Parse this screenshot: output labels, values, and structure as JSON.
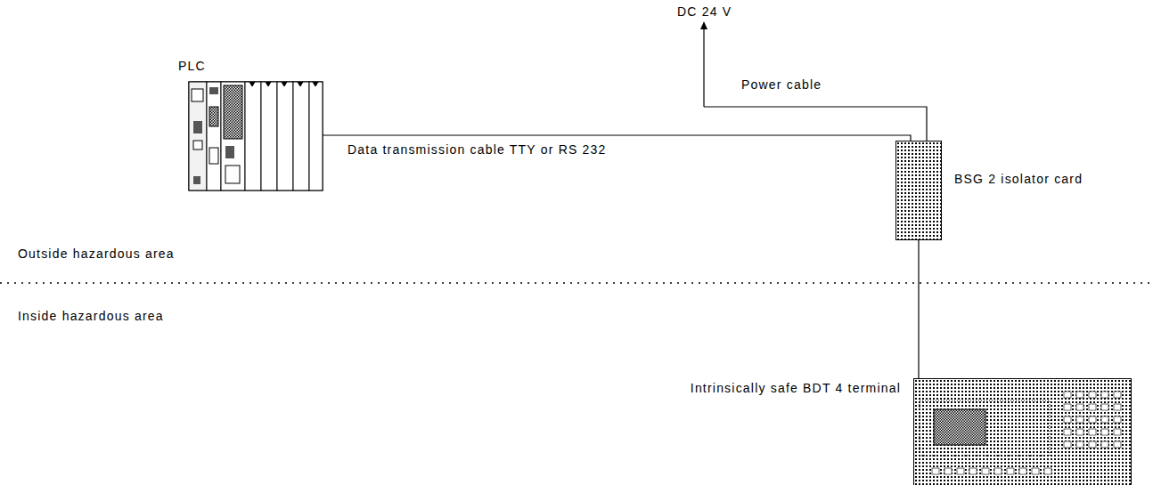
{
  "diagram": {
    "nodes": [
      {
        "text": [
          "PLC"
        ]
      },
      {
        "text": [
          "BSG 2 isolator card"
        ]
      },
      {
        "text": [
          "Intrinsically safe BDT 4 terminal"
        ]
      }
    ],
    "edges": [
      {
        "from": 0,
        "to": 1,
        "arrow": "none",
        "label": "Data transmission cable TTY or RS 232"
      },
      {
        "from": 1,
        "to": 2,
        "arrow": "none"
      }
    ],
    "labels": [
      "DC 24 V",
      "Power cable",
      "Outside hazardous area",
      "Inside hazardous area"
    ]
  }
}
